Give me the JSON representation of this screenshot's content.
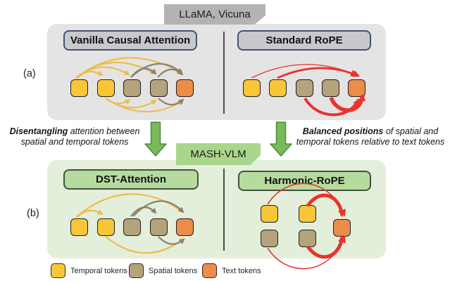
{
  "figure": {
    "top_tab": "LLaMA, Vicuna",
    "bottom_tab": "MASH-VLM",
    "rows": {
      "a_label": "(a)",
      "b_label": "(b)"
    },
    "panels": {
      "a_left_title": "Vanilla Causal Attention",
      "a_right_title": "Standard RoPE",
      "b_left_title": "DST-Attention",
      "b_right_title": "Harmonic-RoPE"
    },
    "annotations": {
      "left_bold": "Disentangling",
      "left_line1_rest": " attention between",
      "left_line2": "spatial and temporal tokens",
      "right_bold": "Balanced positions",
      "right_line1_rest": " of spatial and",
      "right_line2": "temporal tokens relative to text tokens"
    },
    "legend": [
      {
        "label": "Temporal tokens",
        "color": "#F8C636"
      },
      {
        "label": "Spatial tokens",
        "color": "#B5A37D"
      },
      {
        "label": "Text tokens",
        "color": "#EC8C49"
      }
    ],
    "token_sequences": {
      "a_left": [
        "temporal",
        "temporal",
        "spatial",
        "spatial",
        "text"
      ],
      "a_right": [
        "temporal",
        "temporal",
        "spatial",
        "spatial",
        "text"
      ],
      "b_left": [
        "temporal",
        "temporal",
        "spatial",
        "spatial",
        "text"
      ],
      "b_right_top_row": [
        "temporal",
        "temporal"
      ],
      "b_right_bottom_row": [
        "spatial",
        "spatial"
      ],
      "b_right_side": [
        "text"
      ]
    },
    "attention_edges": {
      "a_left": [
        "t1>t2 temporal",
        "t1>t3 temporal",
        "t1>t4 temporal",
        "t1>t5 temporal",
        "t2>t3 temporal",
        "t2>t4 temporal",
        "t2>t5 temporal",
        "t3>t4 spatial",
        "t3>t5 spatial",
        "t4>t5 spatial"
      ],
      "a_right": [
        "t1>t5 weak",
        "t2>t5 medium",
        "t3>t5 strong",
        "t4>t5 strongest"
      ],
      "b_left": [
        "t1>t2 temporal",
        "t1>t5 temporal",
        "t2>t5 temporal",
        "t3>t4 spatial",
        "t3>t5 spatial",
        "t4>t5 spatial"
      ],
      "b_right": [
        "temporal1>text weak",
        "temporal2>text strong",
        "spatial2>text strong",
        "spatial1>text weak"
      ]
    },
    "colors": {
      "temporal_token": "#F8C636",
      "spatial_token": "#B5A37D",
      "text_token": "#EC8C49",
      "temporal_arc": "#EDBE4B",
      "spatial_arc": "#8B8170",
      "rope_arc": "#E8342B",
      "panel_a_bg": "#E4E4E5",
      "panel_b_bg": "#E4EFDB",
      "header_a_bg": "#C8C9CD",
      "header_b_bg": "#B6DB9E",
      "tab_gray": "#B3B3B3",
      "tab_green": "#A9D68B",
      "arrow_green": "#79B95C"
    }
  }
}
